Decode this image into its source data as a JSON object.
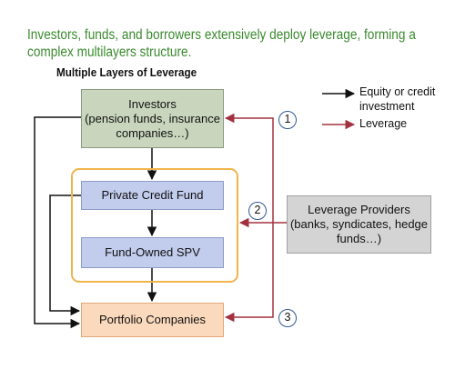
{
  "headline": {
    "line1": "Investors, funds, and borrowers extensively deploy leverage, forming a",
    "line2": "complex multilayers structure."
  },
  "subtitle": "Multiple Layers of Leverage",
  "boxes": {
    "investors": {
      "line1": "Investors",
      "line2": "(pension funds, insurance",
      "line3": "companies…)"
    },
    "private_credit_fund": "Private Credit Fund",
    "fund_owned_spv": "Fund-Owned SPV",
    "portfolio_companies": "Portfolio Companies",
    "leverage_providers": {
      "line1": "Leverage Providers",
      "line2": "(banks, syndicates, hedge",
      "line3": "funds…)"
    }
  },
  "legend": {
    "equity_line1": "Equity or credit",
    "equity_line2": "investment",
    "leverage": "Leverage"
  },
  "callouts": [
    "1",
    "2",
    "3"
  ],
  "colors": {
    "headline": "#3a8a2e",
    "equity_arrow": "#111111",
    "leverage_arrow": "#a3303f",
    "investors_fill": "#c9d6bd",
    "fund_fill": "#c2cced",
    "portfolio_fill": "#fbd9bc",
    "providers_fill": "#d4d4d4",
    "container_border": "#f1b44c",
    "callout_border": "#2e5a9a"
  }
}
